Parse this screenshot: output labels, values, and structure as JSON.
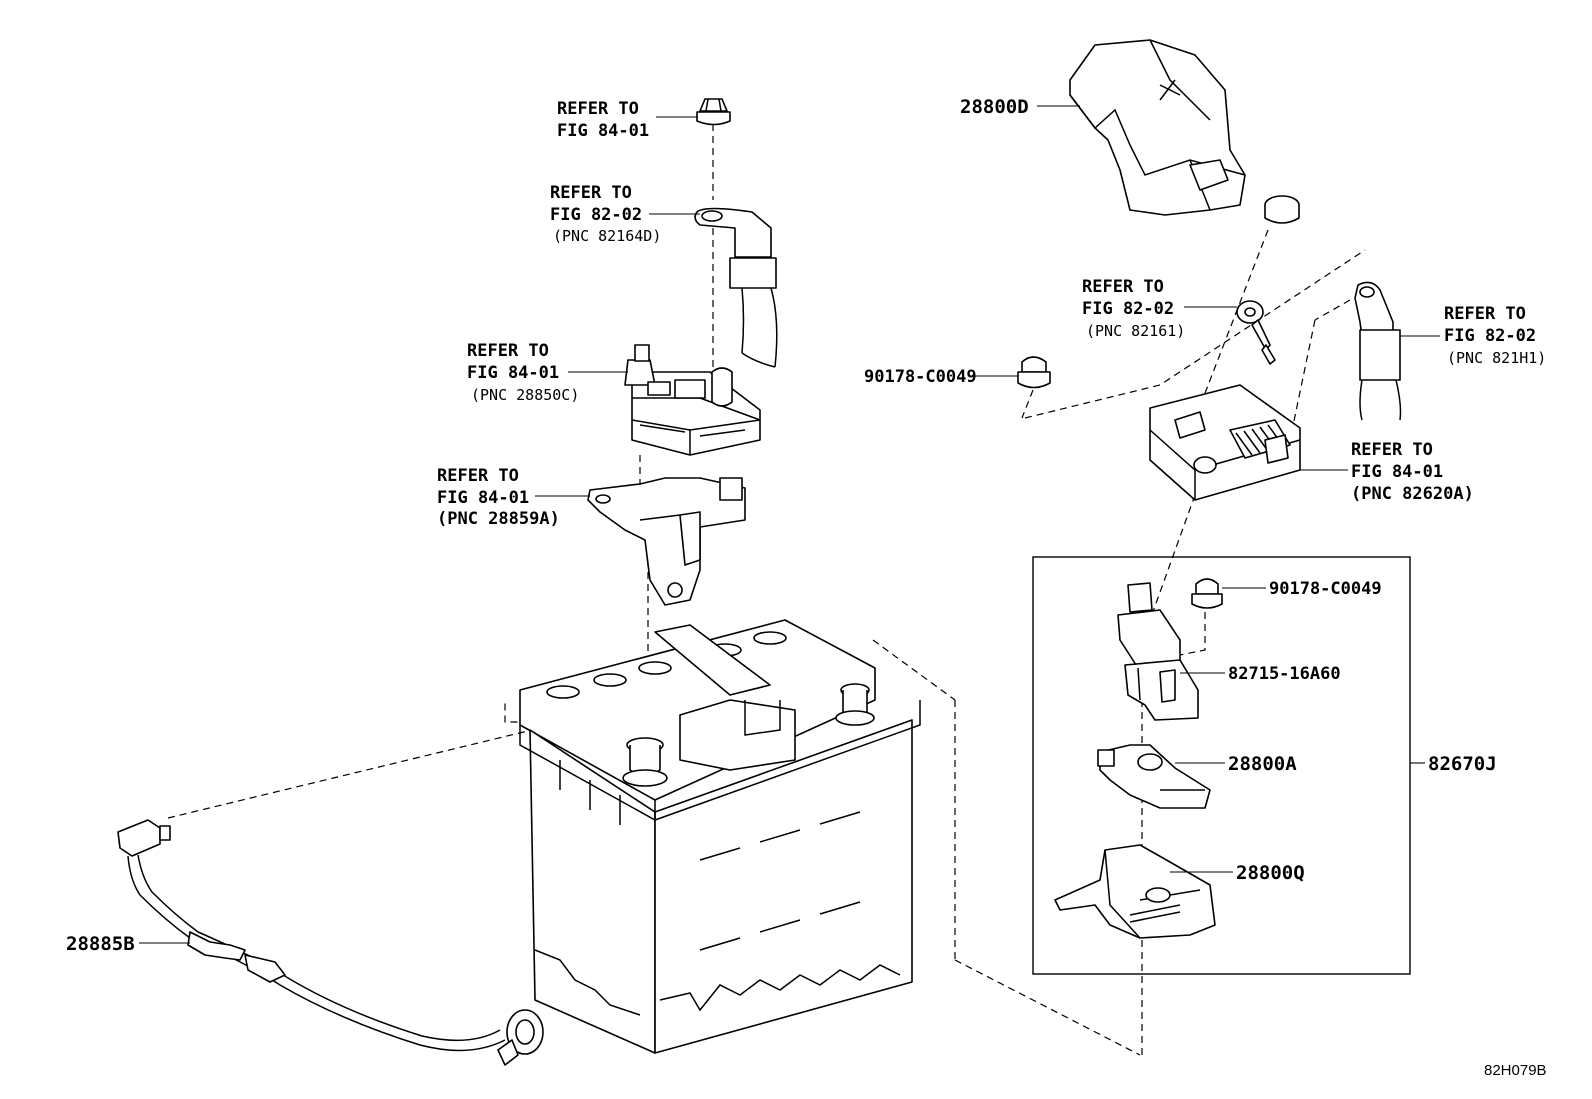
{
  "callouts": {
    "bolt_top": [
      "REFER TO",
      "FIG 84-01"
    ],
    "clamp_top": [
      "REFER TO",
      "FIG 82-02",
      "(PNC 82164D)"
    ],
    "fuse_block": [
      "REFER TO",
      "FIG 84-01",
      "(PNC 28850C)"
    ],
    "bracket": [
      "REFER TO",
      "FIG 84-01",
      "(PNC 28859A)"
    ],
    "terminal_mid": [
      "REFER TO",
      "FIG 82-02",
      "(PNC 82161)"
    ],
    "terminal_right": [
      "REFER TO",
      "FIG 82-02",
      "(PNC 821H1)"
    ],
    "fuse_box_right": [
      "REFER TO",
      "FIG 84-01",
      "(PNC 82620A)"
    ]
  },
  "parts": {
    "cover": "28800D",
    "nut_left": "90178-C0049",
    "nut_box": "90178-C0049",
    "bracket_box": "82715-16A60",
    "terminal_a": "28800A",
    "terminal_q": "28800Q",
    "assembly": "82670J",
    "cable": "28885B"
  },
  "figure_code": "82H079B"
}
